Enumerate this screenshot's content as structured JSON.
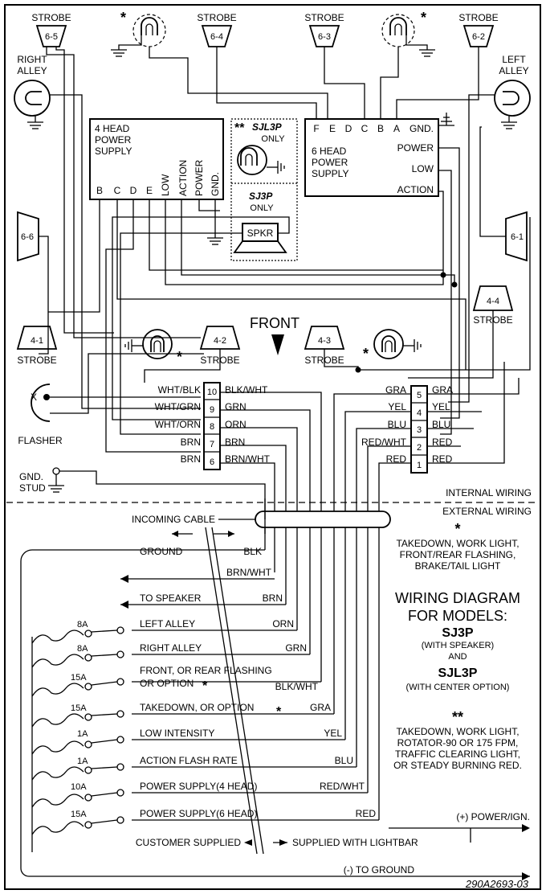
{
  "strobes": {
    "s65": "6-5",
    "s64": "6-4",
    "s63": "6-3",
    "s62": "6-2",
    "s66": "6-6",
    "s61": "6-1",
    "s41": "4-1",
    "s42": "4-2",
    "s43": "4-3",
    "s44": "4-4",
    "label": "STROBE"
  },
  "alleys": {
    "right_1": "RIGHT",
    "right_2": "ALLEY",
    "left_1": "LEFT",
    "left_2": "ALLEY"
  },
  "asterisk": "*",
  "double_asterisk": "**",
  "supply4": {
    "title_1": "4 HEAD",
    "title_2": "POWER",
    "title_3": "SUPPLY",
    "terminals": [
      "B",
      "C",
      "D",
      "E"
    ],
    "v_terminals": [
      "LOW",
      "ACTION",
      "POWER",
      "GND."
    ]
  },
  "supply6": {
    "terminals": [
      "F",
      "E",
      "D",
      "C",
      "B",
      "A",
      "GND."
    ],
    "title_1": "6 HEAD",
    "title_2": "POWER",
    "title_3": "SUPPLY",
    "power": "POWER",
    "low": "LOW",
    "action": "ACTION"
  },
  "options": {
    "sjl3p": "SJL3P",
    "sj3p": "SJ3P",
    "only": "ONLY",
    "spkr": "SPKR"
  },
  "front": "FRONT",
  "flasher": {
    "x": "X",
    "label": "FLASHER"
  },
  "left_terminal": {
    "rows": [
      {
        "num": "10",
        "in": "WHT/BLK",
        "out": "BLK/WHT"
      },
      {
        "num": "9",
        "in": "WHT/GRN",
        "out": "GRN"
      },
      {
        "num": "8",
        "in": "WHT/ORN",
        "out": "ORN"
      },
      {
        "num": "7",
        "in": "BRN",
        "out": "BRN"
      },
      {
        "num": "6",
        "in": "BRN",
        "out": "BRN/WHT"
      }
    ]
  },
  "right_terminal": {
    "rows": [
      {
        "num": "5",
        "in": "GRA",
        "out": "GRA"
      },
      {
        "num": "4",
        "in": "YEL",
        "out": "YEL"
      },
      {
        "num": "3",
        "in": "BLU",
        "out": "BLU"
      },
      {
        "num": "2",
        "in": "RED/WHT",
        "out": "RED"
      },
      {
        "num": "1",
        "in": "RED",
        "out": "RED"
      }
    ]
  },
  "gnd_stud_1": "GND.",
  "gnd_stud_2": "STUD",
  "internal_wiring": "INTERNAL WIRING",
  "external_wiring": "EXTERNAL WIRING",
  "incoming_cable": "INCOMING CABLE",
  "circuits": [
    {
      "label": "GROUND",
      "wire": "BLK"
    },
    {
      "label": "",
      "wire": "BRN/WHT"
    },
    {
      "label": "TO SPEAKER",
      "wire": "BRN"
    },
    {
      "label": "LEFT ALLEY",
      "wire": "ORN",
      "fuse": "8A"
    },
    {
      "label": "RIGHT ALLEY",
      "wire": "GRN",
      "fuse": "8A"
    },
    {
      "label": "FRONT, OR REAR FLASHING",
      "label2": "OR OPTION",
      "wire": "BLK/WHT",
      "fuse": "15A"
    },
    {
      "label": "TAKEDOWN, OR OPTION",
      "wire": "GRA",
      "fuse": "15A"
    },
    {
      "label": "LOW INTENSITY",
      "wire": "YEL",
      "fuse": "1A"
    },
    {
      "label": "ACTION FLASH RATE",
      "wire": "BLU",
      "fuse": "1A"
    },
    {
      "label": "POWER SUPPLY(4 HEAD)",
      "wire": "RED/WHT",
      "fuse": "10A"
    },
    {
      "label": "POWER SUPPLY(6 HEAD)",
      "wire": "RED",
      "fuse": "15A"
    }
  ],
  "customer_supplied": "CUSTOMER SUPPLIED",
  "supplied_lightbar": "SUPPLIED WITH LIGHTBAR",
  "power_ign": "(+) POWER/IGN.",
  "to_ground": "(-) TO GROUND",
  "part_number": "290A2693-03",
  "note1": [
    "TAKEDOWN, WORK LIGHT,",
    "FRONT/REAR FLASHING,",
    "BRAKE/TAIL LIGHT"
  ],
  "title": {
    "line1": "WIRING DIAGRAM",
    "line2": "FOR MODELS:",
    "model1": "SJ3P",
    "with1": "(WITH SPEAKER)",
    "and": "AND",
    "model2": "SJL3P",
    "with2": "(WITH CENTER OPTION)"
  },
  "note2": [
    "TAKEDOWN, WORK LIGHT,",
    "ROTATOR-90 OR 175 FPM,",
    "TRAFFIC CLEARING LIGHT,",
    "OR STEADY BURNING RED."
  ]
}
